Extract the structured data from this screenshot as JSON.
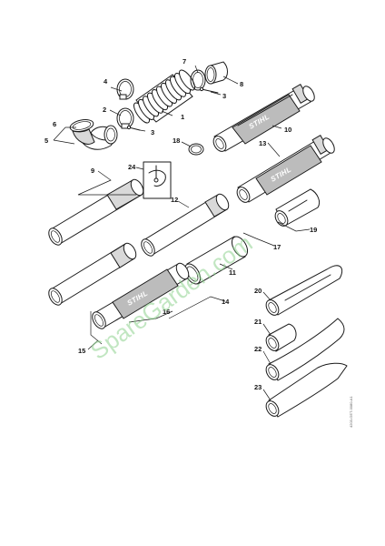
{
  "callouts": {
    "n1": "1",
    "n2": "2",
    "n3a": "3",
    "n3b": "3",
    "n4": "4",
    "n5": "5",
    "n6": "6",
    "n7": "7",
    "n8": "8",
    "n9": "9",
    "n10": "10",
    "n11": "11",
    "n12": "12",
    "n13": "13",
    "n14": "14",
    "n15": "15",
    "n16": "16",
    "n17": "17",
    "n18": "18",
    "n19": "19",
    "n20": "20",
    "n21": "21",
    "n22": "22",
    "n23": "23",
    "n24": "24"
  },
  "brand": {
    "label": "STIHL"
  },
  "watermark": {
    "text": "SpareGarden.com"
  },
  "diagram_code": {
    "text": "4203-GET-0080-A1"
  }
}
